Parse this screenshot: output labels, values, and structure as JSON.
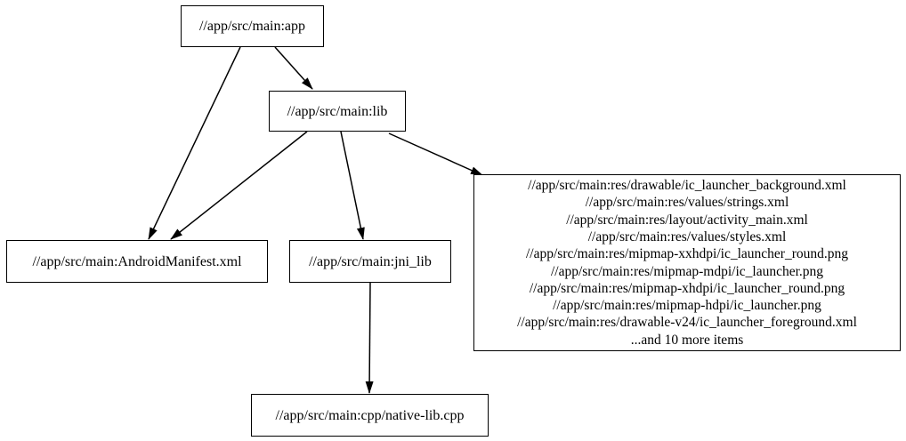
{
  "diagram": {
    "type": "directed-dependency-graph",
    "background_color": "#ffffff",
    "node_border_color": "#000000",
    "edge_color": "#000000",
    "text_color": "#000000",
    "nodes": {
      "app": {
        "label": "//app/src/main:app"
      },
      "lib": {
        "label": "//app/src/main:lib"
      },
      "manifest": {
        "label": "//app/src/main:AndroidManifest.xml"
      },
      "jni_lib": {
        "label": "//app/src/main:jni_lib"
      },
      "cpp": {
        "label": "//app/src/main:cpp/native-lib.cpp"
      },
      "resources": {
        "lines": [
          "//app/src/main:res/drawable/ic_launcher_background.xml",
          "//app/src/main:res/values/strings.xml",
          "//app/src/main:res/layout/activity_main.xml",
          "//app/src/main:res/values/styles.xml",
          "//app/src/main:res/mipmap-xxhdpi/ic_launcher_round.png",
          "//app/src/main:res/mipmap-mdpi/ic_launcher.png",
          "//app/src/main:res/mipmap-xhdpi/ic_launcher_round.png",
          "//app/src/main:res/mipmap-hdpi/ic_launcher.png",
          "//app/src/main:res/drawable-v24/ic_launcher_foreground.xml",
          "...and 10 more items"
        ]
      }
    },
    "edges": [
      {
        "from": "//app/src/main:app",
        "to": "//app/src/main:lib"
      },
      {
        "from": "//app/src/main:app",
        "to": "//app/src/main:AndroidManifest.xml"
      },
      {
        "from": "//app/src/main:lib",
        "to": "//app/src/main:AndroidManifest.xml"
      },
      {
        "from": "//app/src/main:lib",
        "to": "//app/src/main:jni_lib"
      },
      {
        "from": "//app/src/main:lib",
        "to": "resources-group"
      },
      {
        "from": "//app/src/main:jni_lib",
        "to": "//app/src/main:cpp/native-lib.cpp"
      }
    ]
  }
}
